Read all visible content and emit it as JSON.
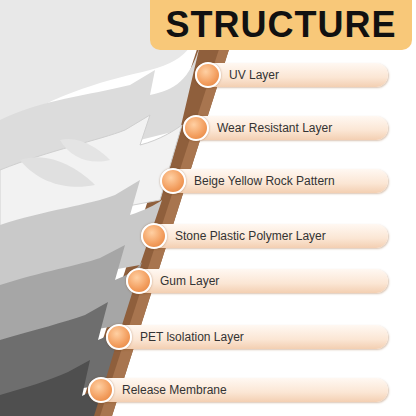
{
  "diagram": {
    "title": "STRUCTURE",
    "nodes": [
      {
        "text": [
          "UV Layer"
        ]
      },
      {
        "text": [
          "Wear Resistant Layer"
        ]
      },
      {
        "text": [
          "Beige Yellow Rock Pattern"
        ]
      },
      {
        "text": [
          "Stone Plastic Polymer Layer"
        ]
      },
      {
        "text": [
          "Gum Layer"
        ]
      },
      {
        "text": [
          "PET lsolation Layer"
        ]
      },
      {
        "text": [
          "Release Membrane"
        ]
      }
    ]
  }
}
